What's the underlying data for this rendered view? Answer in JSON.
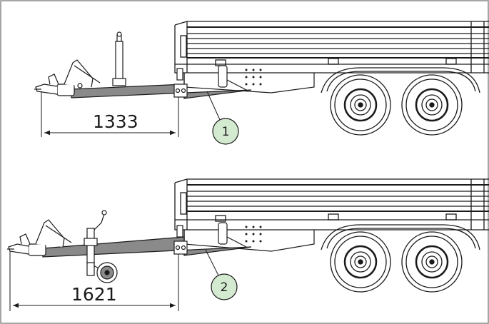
{
  "colors": {
    "line": "#1a1a1a",
    "drawbar_fill": "#8a8a8a",
    "callout_fill": "#d4ead0",
    "background": "#ffffff",
    "frame": "#888888"
  },
  "variants": [
    {
      "callout": "1",
      "dimension": "1333"
    },
    {
      "callout": "2",
      "dimension": "1621"
    }
  ]
}
